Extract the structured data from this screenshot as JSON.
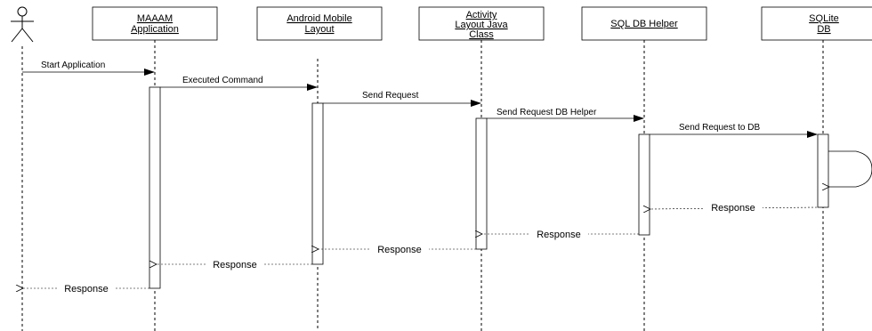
{
  "participants": [
    {
      "id": "actor",
      "lines": []
    },
    {
      "id": "maaam",
      "lines": [
        "MAAAM",
        "Application"
      ]
    },
    {
      "id": "android",
      "lines": [
        "Android Mobile",
        "Layout"
      ]
    },
    {
      "id": "activity",
      "lines": [
        "Activity",
        "Layout Java",
        "Class"
      ]
    },
    {
      "id": "sqlhelper",
      "lines": [
        "SQL DB Helper"
      ]
    },
    {
      "id": "sqlite",
      "lines": [
        "SQLite",
        "DB"
      ]
    }
  ],
  "messages": [
    {
      "from": "actor",
      "to": "maaam",
      "label": "Start Application",
      "kind": "call"
    },
    {
      "from": "maaam",
      "to": "android",
      "label": "Executed Command",
      "kind": "call"
    },
    {
      "from": "android",
      "to": "activity",
      "label": "Send Request",
      "kind": "call"
    },
    {
      "from": "activity",
      "to": "sqlhelper",
      "label": "Send Request DB Helper",
      "kind": "call"
    },
    {
      "from": "sqlhelper",
      "to": "sqlite",
      "label": "Send Request to DB",
      "kind": "call"
    },
    {
      "from": "sqlite",
      "to": "sqlite",
      "label": "",
      "kind": "self"
    },
    {
      "from": "sqlite",
      "to": "sqlhelper",
      "label": "Response",
      "kind": "response"
    },
    {
      "from": "sqlhelper",
      "to": "activity",
      "label": "Response",
      "kind": "response"
    },
    {
      "from": "activity",
      "to": "android",
      "label": "Response",
      "kind": "response"
    },
    {
      "from": "android",
      "to": "maaam",
      "label": "Response",
      "kind": "response"
    },
    {
      "from": "maaam",
      "to": "actor",
      "label": "Response",
      "kind": "response"
    }
  ]
}
